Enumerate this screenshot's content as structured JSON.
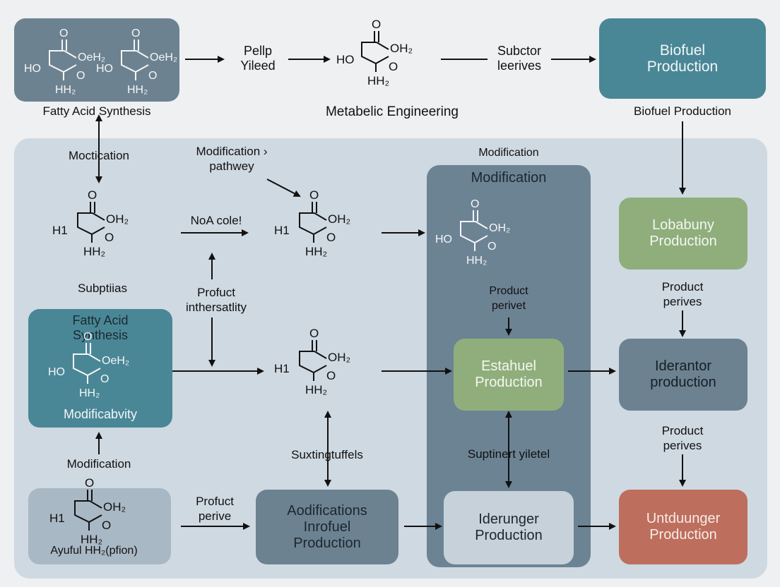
{
  "top": {
    "left_caption": "Fatty Acid Synthesis",
    "arrow1_label": "Pellp\nYileed",
    "center_caption": "Metabelic Engineering",
    "arrow2_label": "Subctor\nleerives",
    "right_box": "Biofuel\nProduction",
    "right_caption": "Biofuel Production"
  },
  "panel": {
    "modification_header": "Modification",
    "column": {
      "title": "Modification",
      "product_label": "Product\nperivet",
      "estahuel": "Estahuel\nProduction",
      "suptinert_label": "Suptinert yiletel",
      "iderunger": "Iderunger\nProduction"
    },
    "left": {
      "moctication": "Moctication",
      "subptiias": "Subptiias",
      "fa_box_title": "Fatty Acid\nSynthesis",
      "fa_box_bottom": "Modificabvity",
      "modification_label": "Modification",
      "bottom_box_bottom": "Ayuful HH₂(pfion)"
    },
    "middle": {
      "mod_pathway": "Modification ›\npathwey",
      "noa_label": "NoA cole!",
      "profuct_label": "Profuct\ninthersatlity",
      "suxting_label": "Suxtingtuffels",
      "profuct_perive": "Profuct\nperive",
      "aodifications": "Aodifications\nInrofuel\nProduction"
    },
    "right": {
      "lobabuny": "Lobabuny\nProduction",
      "product_perives_1": "Product\nperives",
      "iderantor": "Iderantor\nproduction",
      "product_perives_2": "Product\nperives",
      "untduunger": "Untduunger\nProduction"
    }
  },
  "molecules": {
    "o": "O",
    "oeh2": "OeH₂",
    "oh2": "OH₂",
    "ho": "HO",
    "h1": "H1",
    "hh2": "HH₂"
  },
  "colors": {
    "slate_box": "#6d8290",
    "teal_box": "#4a8796",
    "green_box": "#8fae7c",
    "column": "#6c8394",
    "rust_box": "#bd6e5c",
    "light_box": "#a9b8c5"
  }
}
